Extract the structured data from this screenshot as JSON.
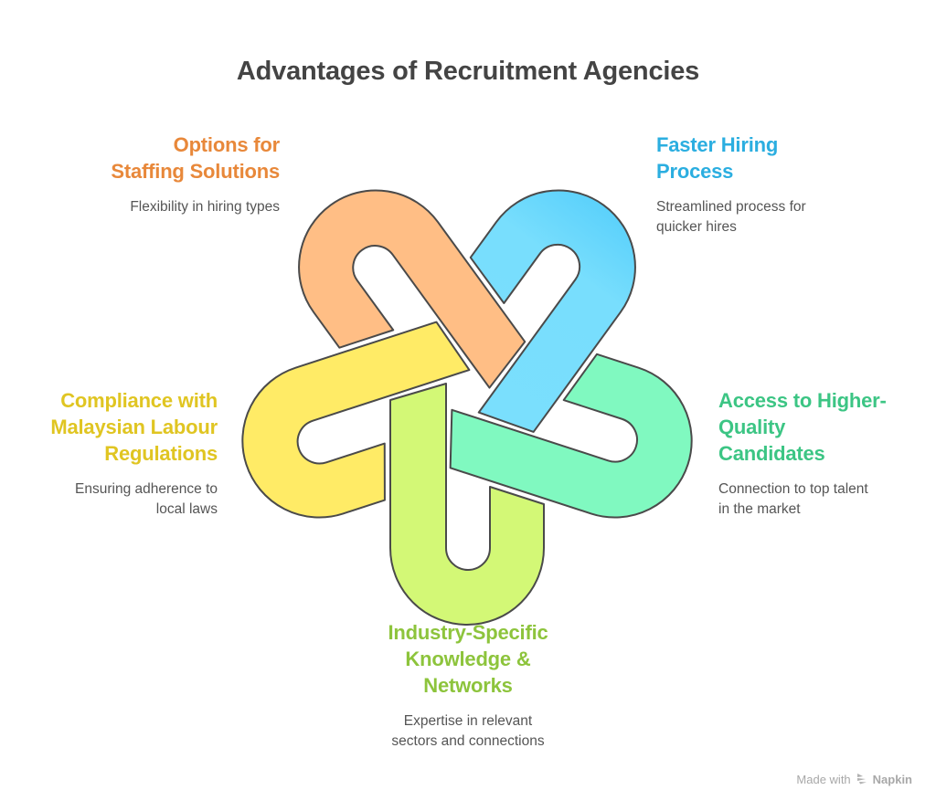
{
  "title": "Advantages of Recruitment Agencies",
  "items": [
    {
      "id": "orange",
      "heading": "Options for Staffing Solutions",
      "heading_lines": [
        "Options for",
        "Staffing Solutions"
      ],
      "description_lines": [
        "Flexibility in hiring types"
      ],
      "fill": "#FFBE85",
      "text_color": "#E8883A",
      "position": "top-left"
    },
    {
      "id": "blue",
      "heading": "Faster Hiring Process",
      "heading_lines": [
        "Faster Hiring",
        "Process"
      ],
      "description_lines": [
        "Streamlined process for",
        "quicker hires"
      ],
      "fill": "#7ADFFD",
      "text_color": "#2BAEE0",
      "position": "top-right"
    },
    {
      "id": "teal",
      "heading": "Access to Higher-Quality Candidates",
      "heading_lines": [
        "Access to Higher-",
        "Quality",
        "Candidates"
      ],
      "description_lines": [
        "Connection to top talent",
        "in the market"
      ],
      "fill": "#80F9C0",
      "text_color": "#3CC584",
      "position": "right"
    },
    {
      "id": "lime",
      "heading": "Industry-Specific Knowledge & Networks",
      "heading_lines": [
        "Industry-Specific",
        "Knowledge &",
        "Networks"
      ],
      "description_lines": [
        "Expertise in relevant",
        "sectors and connections"
      ],
      "fill": "#D3F876",
      "text_color": "#8DC43C",
      "position": "bottom"
    },
    {
      "id": "yellow",
      "heading": "Compliance with Malaysian Labour Regulations",
      "heading_lines": [
        "Compliance with",
        "Malaysian Labour",
        "Regulations"
      ],
      "description_lines": [
        "Ensuring adherence to",
        "local laws"
      ],
      "fill": "#FFEB66",
      "text_color": "#E0C522",
      "position": "left"
    }
  ],
  "footer": {
    "made_with": "Made with",
    "brand": "Napkin",
    "brand_icon": "napkin-logo-icon"
  },
  "colors": {
    "title": "#444444",
    "description": "#555555",
    "outline": "#4a4a4a",
    "footer": "#a8a8a8"
  }
}
